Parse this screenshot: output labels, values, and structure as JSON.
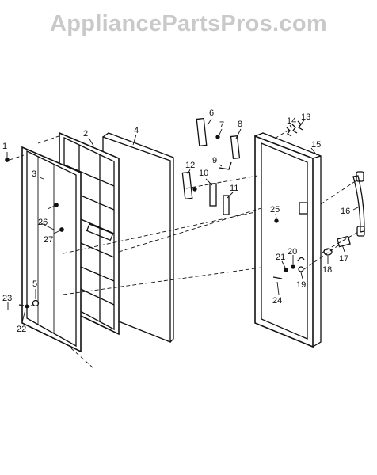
{
  "watermark": "AppliancePartsPros.com",
  "callouts": [
    "1",
    "2",
    "3",
    "4",
    "5",
    "6",
    "7",
    "8",
    "9",
    "10",
    "11",
    "12",
    "13",
    "14",
    "15",
    "16",
    "17",
    "18",
    "19",
    "20",
    "21",
    "22",
    "23",
    "24",
    "25",
    "26",
    "27"
  ]
}
